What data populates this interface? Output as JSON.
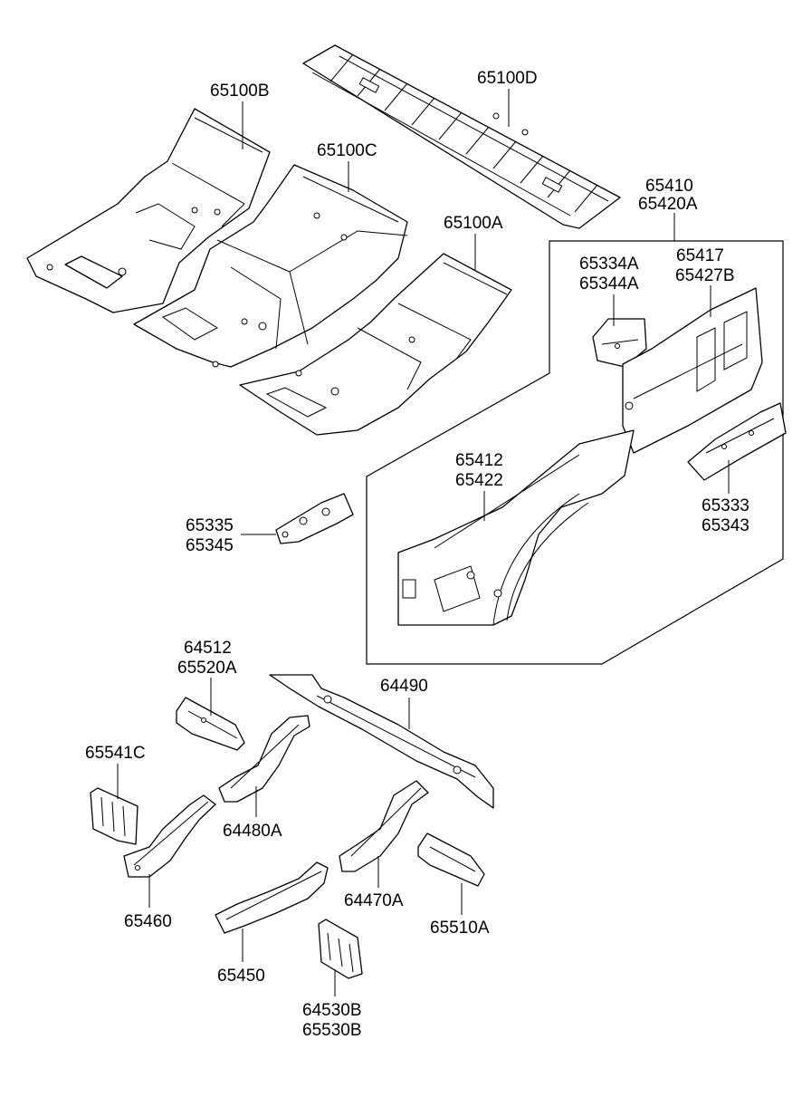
{
  "labels": {
    "p65100D": "65100D",
    "p65100B": "65100B",
    "p65100C": "65100C",
    "p65100A": "65100A",
    "p65410": "65410",
    "p65420A": "65420A",
    "p65334A": "65334A",
    "p65344A": "65344A",
    "p65417": "65417",
    "p65427B": "65427B",
    "p65412": "65412",
    "p65422": "65422",
    "p65333": "65333",
    "p65343": "65343",
    "p65335": "65335",
    "p65345": "65345",
    "p64512": "64512",
    "p65520A": "65520A",
    "p64490": "64490",
    "p65541C": "65541C",
    "p64480A": "64480A",
    "p65460": "65460",
    "p64470A": "64470A",
    "p65510A": "65510A",
    "p65450": "65450",
    "p64530B": "64530B",
    "p65530B": "65530B"
  }
}
